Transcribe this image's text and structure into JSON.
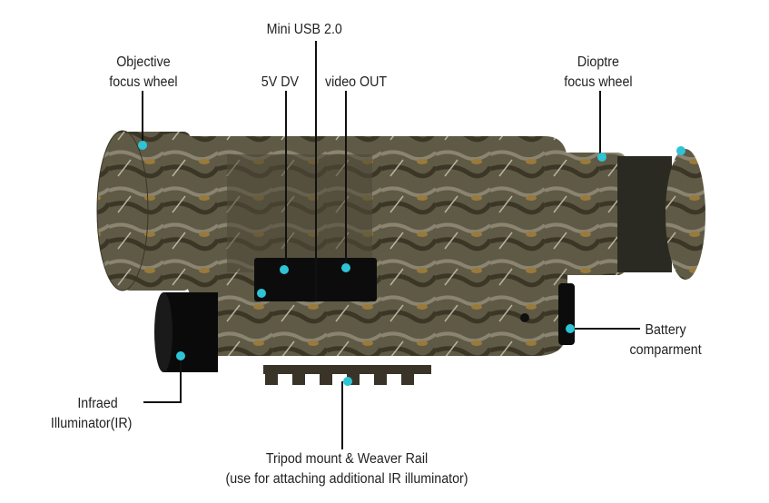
{
  "labels": {
    "mini_usb": "Mini USB 2.0",
    "objective": [
      "Objective",
      "focus wheel"
    ],
    "dv": "5V DV",
    "video_out": "video OUT",
    "dioptre": [
      "Dioptre",
      "focus wheel"
    ],
    "battery": [
      "Battery",
      "comparment"
    ],
    "infrared": [
      "Infraed",
      "Illuminator(IR)"
    ],
    "tripod": [
      "Tripod mount & Weaver Rail",
      "(use for attaching additional IR illuminator)"
    ]
  },
  "colors": {
    "marker": "#2ec4d6",
    "leader": "#111111"
  }
}
